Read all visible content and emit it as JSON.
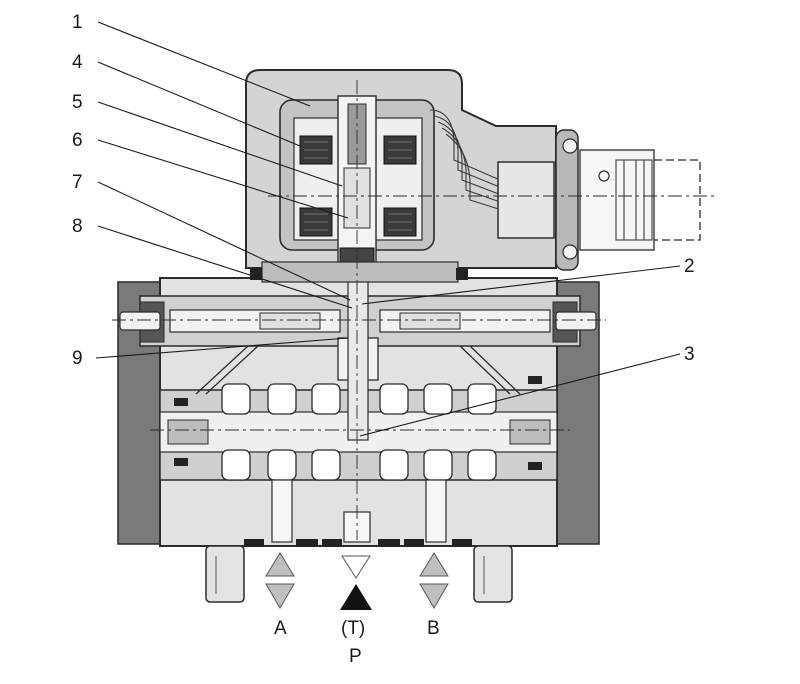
{
  "callouts": [
    {
      "id": "c1",
      "text": "1"
    },
    {
      "id": "c4",
      "text": "4"
    },
    {
      "id": "c5",
      "text": "5"
    },
    {
      "id": "c6",
      "text": "6"
    },
    {
      "id": "c7",
      "text": "7"
    },
    {
      "id": "c8",
      "text": "8"
    },
    {
      "id": "c2",
      "text": "2"
    },
    {
      "id": "c9",
      "text": "9"
    },
    {
      "id": "c3",
      "text": "3"
    }
  ],
  "ports": {
    "a": "A",
    "t": "(T)",
    "b": "B",
    "p": "P"
  },
  "colors": {
    "body_gray": "#d9d9d9",
    "dark_gray": "#7a7a7a",
    "light_gray": "#e8e8e8",
    "line": "#2b2b2b",
    "tri_open": "#bfbfbf",
    "tri_filled": "#111111"
  }
}
